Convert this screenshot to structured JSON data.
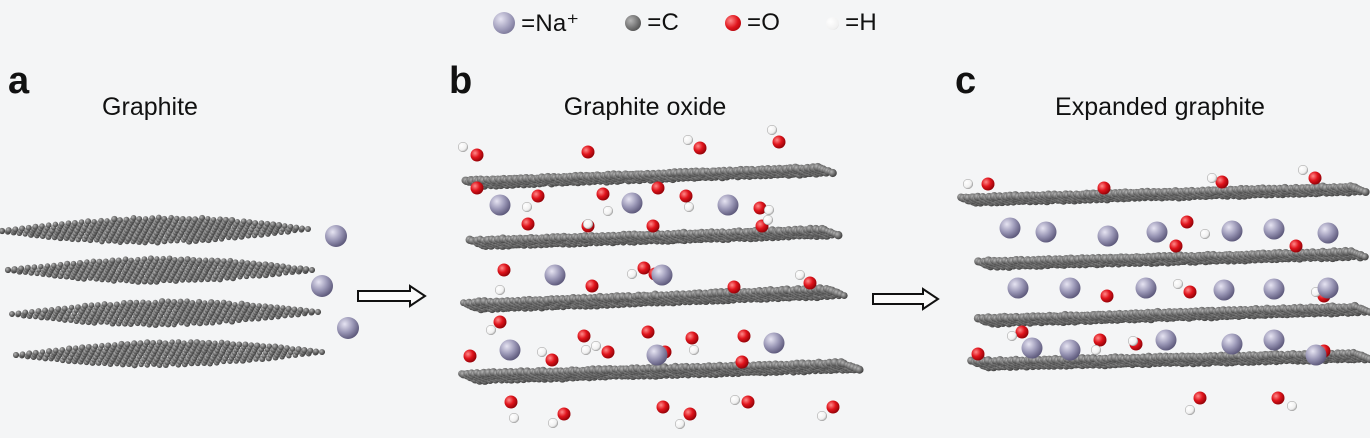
{
  "legend": [
    {
      "label": "=Na⁺",
      "color": "#9a97b6",
      "icon": "sodium-ion-sphere"
    },
    {
      "label": "=C",
      "color": "#6e6e6e",
      "icon": "carbon-atom-sphere"
    },
    {
      "label": "=O",
      "color": "#e0141c",
      "icon": "oxygen-atom-sphere"
    },
    {
      "label": "=H",
      "color": "#ffffff",
      "icon": "hydrogen-atom-sphere"
    }
  ],
  "panels": [
    {
      "letter": "a",
      "title": "Graphite"
    },
    {
      "letter": "b",
      "title": "Graphite oxide"
    },
    {
      "letter": "c",
      "title": "Expanded graphite"
    }
  ],
  "colors": {
    "carbon": "#6e6e6e",
    "carbon_dark": "#3c3c3c",
    "oxygen": "#e0141c",
    "hydrogen": "#ffffff",
    "sodium": "#9a97b6",
    "background": "#f4f5f6"
  }
}
